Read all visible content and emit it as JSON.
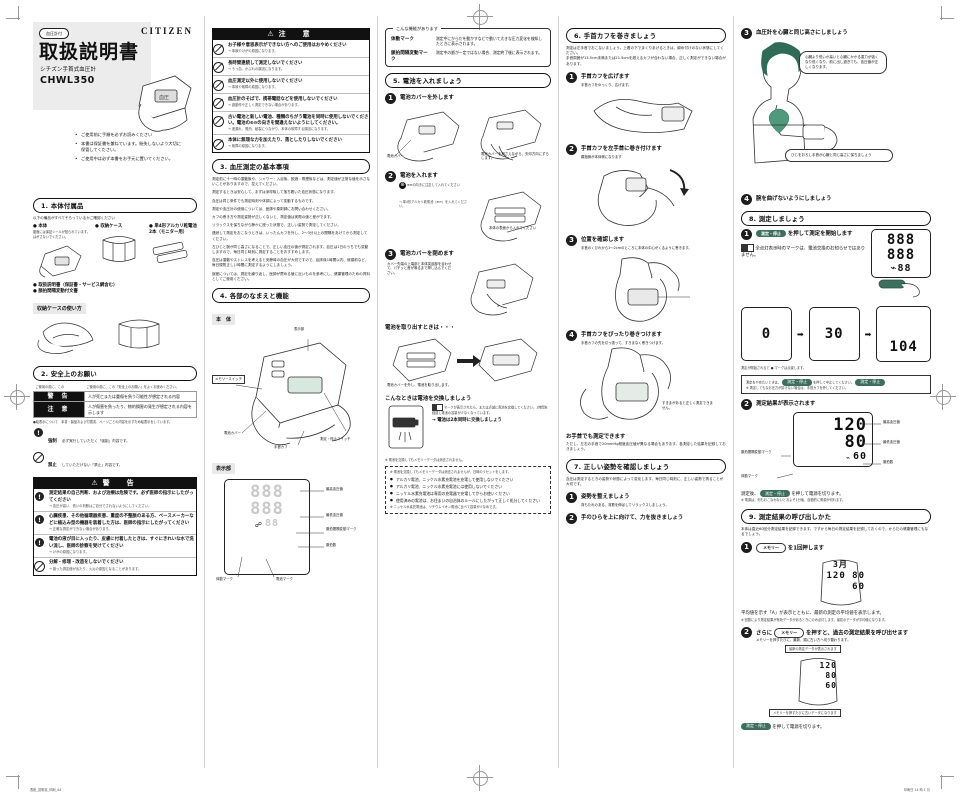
{
  "title_block": {
    "badge": "血圧計付",
    "main_title": "取扱説明書",
    "subtitle": "シチズン手首式血圧計",
    "model": "CHWL350",
    "brand": "CITIZEN",
    "notes": [
      "ご使用前に手順を必ずお読みください",
      "本書は保証書を兼ねています。紛失しないよう大切に保管してください。",
      "ご使用中は必ず本書をお手元に置いてください。"
    ]
  },
  "col1": {
    "sec1": "1. 本体付属品",
    "sec1_intro": "以下の備品がすべてそろっているかご確認ください",
    "items": [
      {
        "name": "本体",
        "desc": "裏面には保証シールが貼られています。はがさないでください。"
      },
      {
        "name": "収納ケース",
        "desc": ""
      },
      {
        "name": "単4形アルカリ乾電池 2本（モニター用）",
        "desc": ""
      }
    ],
    "extra_items": [
      "取扱説明書（保証書・サービス網含む）",
      "脈拍間隔変動付文書"
    ],
    "case_title": "収納ケースの使い方",
    "sec2": "2. 安全上のお願い",
    "safety_intro": "ご使用の前に、この「安全上のお願い」をよくお読みください。",
    "safety_rows": [
      {
        "label": "警 告",
        "text": "人が死亡または重傷を負う可能性が想定される内容"
      },
      {
        "label": "注 意",
        "text": "人が傷害を負ったり、物的損害の発生が想定される内容を示します"
      }
    ],
    "safety_note": "●絵表示について　本書・製品および付属書、ページごとの内容を示すため絵表示をしています。",
    "sym_rows": [
      {
        "sym": "!",
        "name": "強制",
        "text": "必ず実行していただく「強制」内容です。"
      },
      {
        "sym": "ban",
        "name": "禁止",
        "text": "していただけない「禁止」内容です。"
      }
    ],
    "warn_bar": "警　告",
    "warnings": [
      {
        "icon": "excl",
        "title": "測定結果の自己判断、および治療は危険です。必ず医師の指示にしたがってください",
        "sub": "→ 血圧が高い、低いの判断はご自分でされないようにしてください。"
      },
      {
        "icon": "excl",
        "title": "心臓疾患、その他循環器疾患、重度の不整脈のある方、ペースメーカーなどに植込み型の機器を装着した方は、医師の指示にしたがってください",
        "sub": "→ 正確な測定ができない場合があります。"
      },
      {
        "icon": "excl",
        "title": "電池の液が目に入ったり、皮膚に付着したときは、すぐにきれいな水で洗い流し、医師の診察を受けてください",
        "sub": "→ けがの原因になります。"
      },
      {
        "icon": "ban",
        "title": "分解・修理・改造をしないでください",
        "sub": "→ 誤った測定値が出たり、火災の原因となることがあります。"
      }
    ]
  },
  "col2": {
    "caution_bar": "注　意",
    "cautions": [
      {
        "title": "お子様や意思表示ができない方へのご使用はおやめください",
        "sub": "→ 事故やけがの原因になります。"
      },
      {
        "title": "長時間連続して測定しないでください",
        "sub": "→ うっ血、かぶれの原因になります。"
      },
      {
        "title": "血圧測定以外に使用しないでください",
        "sub": "→ 事故や故障の原因になります。"
      },
      {
        "title": "血圧計のそばで、携帯電話などを使用しないでください",
        "sub": "→ 誤動作や正しく測定できない場合があります。"
      },
      {
        "title": "古い電池と新しい電池、種類のちがう電池を同時に使用しないでください。電池の⊕⊖の向きを間違えないようにしてください。",
        "sub": "→ 液漏れ、発熱、破裂につながり、本体の故障する原因になります。"
      },
      {
        "title": "本体に無理な力を加えたり、落としたりしないでください",
        "sub": "→ 故障の原因になります。"
      }
    ],
    "sec3": "3. 血圧測定の基本事項",
    "sec3_paras": [
      "測定前に十一時の運動後や、シャワー・入浴後、飲酒・喫煙後などは、測定値が正常な値を示さないことがありますので、控えてください。",
      "測定するときは安心して、まずは深呼吸して落ち着いた血圧状態になります。",
      "血圧は同じ条件でも測定時刻や体調によって変動するものです。",
      "測定や血圧計の使用については、医師や薬剤師にお問い合わせください。",
      "カフの巻き方や測定姿勢が正しくないと、測定値は実際の値と差がでます。",
      "リラックスを保ちながら静かに座った状態で、正しい姿勢で測定してください。",
      "連続して測定をおこなうときは、いったんカフを外し、2～3分以上の間隔をあけてから測定してください。",
      "左ひじと腕が同じ高さになることで、正しい血圧の値が測定されます。血圧は1日のうちでも変動しますので、毎日同じ時刻に測定することをおすすめします。",
      "血圧は運動やストレスを考えると安静時の血圧が大切ですので、起床後1時間以内、就寝前など、毎日規則正しい時間に測定するようにしましょう。",
      "誤差については、測定を繰り返し、医師が薦める値に近いものを参考にし、健康管理のための資料としてご使用ください。"
    ],
    "sec4": "4. 各部のなまえと機能",
    "body_label": "本　体",
    "body_parts": [
      {
        "label": "表示部",
        "pos": "top"
      },
      {
        "label": "メモリースイッチ",
        "pos": "left"
      },
      {
        "label": "電池カバー",
        "pos": "leftlow"
      },
      {
        "label": "手首カフ",
        "pos": "bottom"
      },
      {
        "label": "測定・停止スイッチ",
        "pos": "right"
      }
    ],
    "display_label": "表示部",
    "display_parts": [
      "最高血圧値",
      "最低血圧値",
      "脈拍間隔変動マーク",
      "脈拍数",
      "体動マーク",
      "電池マーク"
    ],
    "seg_display": {
      "row1": "888",
      "row2": "888",
      "row3": "88"
    }
  },
  "col3": {
    "feature_box_caption": "こんな機能があります",
    "features": [
      {
        "name": "体動マーク",
        "desc": "測定中にからだを動かすなどで動いて大きな圧力変化を検知したときに表示されます。"
      },
      {
        "name": "脈拍間隔変動マーク",
        "desc": "測定中の脈が一定ではない場合、測定終了後に表示されます。"
      }
    ],
    "sec5": "5. 電池を入れましょう",
    "steps": [
      {
        "n": "1",
        "t": "電池カバーを外します",
        "cap_left": "電池カバー",
        "cap_right": "電池カバーを押さえながら、矢印方向にずらします。"
      },
      {
        "n": "2",
        "t": "電池を入れます",
        "cap_right": "本体の表面から入れてください",
        "body": "⊕⊖の向きに注意して入れてください",
        "sub": "→ 単4形アルカリ乾電池（⊕⊖）を入れてください。"
      },
      {
        "n": "3",
        "t": "電池カバーを閉めます",
        "cap_right": "カバー先端の上端部と本体突起部を合わせて、パチッと音が鳴るまで押し込んでください。"
      }
    ],
    "remove_title": "電池を取り出すときは・・・",
    "remove_cap": "電池カバーを外し、電池を取り出します。",
    "replace_title": "こんなときは電池を交換しましょう",
    "replace_desc": "マークが表示されたら、または点滅に電池を交換してください。1時間を経過し電池の容量が少なくなっています。",
    "replace_arrow": "→ 電池は2本同時に交換しましょう",
    "replace_note": "※ 電池を交換してもメモリーデータは消去されません。",
    "battery_notes": [
      "※ 電池を交換してもメモリーデータは消去されませんが、日時のリセットをします。",
      "アルカリ電池、ニッケル水素充電池を充電して使用しないでください",
      "アルカリ電池、ニッケル水素充電池には使用しないでください",
      "ニッケル水素充電池は専用の充電器で充電してからお使いください",
      "使用済みの電池は、お住まいの自治体のルールにしたがって正しく処分してください",
      "※ ニッケル水素充電池は、リチウムイオン電池に比べて容量が少なめです。"
    ]
  },
  "col4": {
    "sec6": "6. 手首カフを巻きましょう",
    "sec6_intro": "測定は左手首でおこないましょう。上着の下でまくりあげるときは、締め付けのない状態にしてください。",
    "sec6_note": "手首周囲が13.5cm未満または21.5cmを超えるカフが合わない場合、正しく測定ができない場合があります。",
    "steps": [
      {
        "n": "1",
        "t": "手首カフを広げます",
        "cap": "手首カフをゆっくり、広げます。"
      },
      {
        "n": "2",
        "t": "手首カフを左手首に巻き付けます",
        "cap": "親指側が本体側になります"
      },
      {
        "n": "3",
        "t": "位置を確認します",
        "cap": "手首のくびれから1～2cmのところに本体の中心がくるように巻きます。"
      },
      {
        "n": "4",
        "t": "手首カフをぴったり巻きつけます",
        "cap": "手首カフの先を引っ張って、すきまなく巻きつけます。",
        "cap2": "すきまがあると正しく測定できません。"
      }
    ],
    "right_title": "お手首でも測定できます",
    "right_desc": "ただし、左右の手首で20mmHg程度血圧値が異なる場合もあります。各測定した結果を記録しておきましょう。",
    "sec7": "7. 正しい姿勢を確認しましょう",
    "sec7_intro": "血圧は測定するときの姿勢や状態によって変化します。毎日同じ時刻に、正しい姿勢で測ることが大切です。",
    "sec7_steps": [
      {
        "n": "1",
        "t": "姿勢を整えましょう",
        "cap": "背もたれのある、背筋を伸ばしてリラックスしましょう。"
      },
      {
        "n": "2",
        "t": "手のひらを上に向けて、力を抜きましょう",
        "cap": ""
      }
    ]
  },
  "col5": {
    "step3": {
      "n": "3",
      "t": "血圧計を心臓と同じ高さにしましょう",
      "speech1": "心臓より低いか高いと心臓にかかる重力が強くなり低くなり、前に出し過ぎても、血圧値が正しくなります。",
      "speech2": "ひじをおろし手首が心臓と同じ高さに保ちましょう"
    },
    "step4": {
      "n": "4",
      "t": "腕を曲げないようにしましょう"
    },
    "sec8": "8. 測定しましょう",
    "m1": {
      "n": "1",
      "btn": "測定・停止",
      "t": "を押して測定を開始します",
      "note": "全点灯表示時のマークは、電池交換のお知らせではありません。",
      "seq": [
        "0",
        "30",
        "104"
      ],
      "seq_caption": "測定が開始されると ● マークは点滅します。"
    },
    "m1_box": {
      "l1_pre": "測定をやめたいときは、",
      "l1_btn": "測定・停止",
      "l1_post": "を押して中止してください。",
      "l2": "※ 測定してもなお圧力が抜けない場合は、手首カフを外してください。"
    },
    "m2": {
      "n": "2",
      "t": "測定結果が表示されます",
      "values": {
        "systolic": "120",
        "diastolic": "80",
        "pulse": "60"
      },
      "labels": {
        "systolic": "最高血圧値",
        "diastolic": "最低血圧値",
        "pulse": "脈拍数",
        "var_mark": "脈拍間隔変動マーク",
        "body_mark": "体動マーク"
      },
      "after_pre": "測定後、",
      "after_btn": "測定・停止",
      "after_post": "を押して電源を切ります。",
      "after_note": "※ 電源は、何もおこなわないとおよそ1分後、自動的に電源が切れます。"
    },
    "sec9": "9. 測定結果の呼び出しかた",
    "sec9_intro": "本体は直近60回分測定結果を記録できます。ですから毎日の測定結果を記録しておくので、からだの健康管理にもなるでしょう。",
    "r1": {
      "n": "1",
      "btn": "メモリー",
      "t": "を1回押します",
      "seg_unit": "3月",
      "seg": "120 80 60",
      "cap": "平均値を示す「A」が表示とともに、最新の測定の平均値を表示します。",
      "cap2": "※ 回数により測定結果が有効データがあるときにのみ点灯します。最初のデータが平均値になります。"
    },
    "r2": {
      "n": "2",
      "pre": "さらに",
      "btn": "メモリー",
      "t": "を押すと、過去の測定結果を呼び出せます",
      "cap": "メモリーを押すたびに、最新、順に古い方へ切り替わります。",
      "tip_top": "最新の測定データが表示されます",
      "tip_bottom": "メモリーを押すたびに古いデータになります"
    },
    "r3": {
      "btn": "測定・停止",
      "t": "を押して電源を切ります。"
    }
  },
  "footer": {
    "left": "表紙_説明書_印刷_A4",
    "right": "印刷日 14 時  1 月"
  }
}
